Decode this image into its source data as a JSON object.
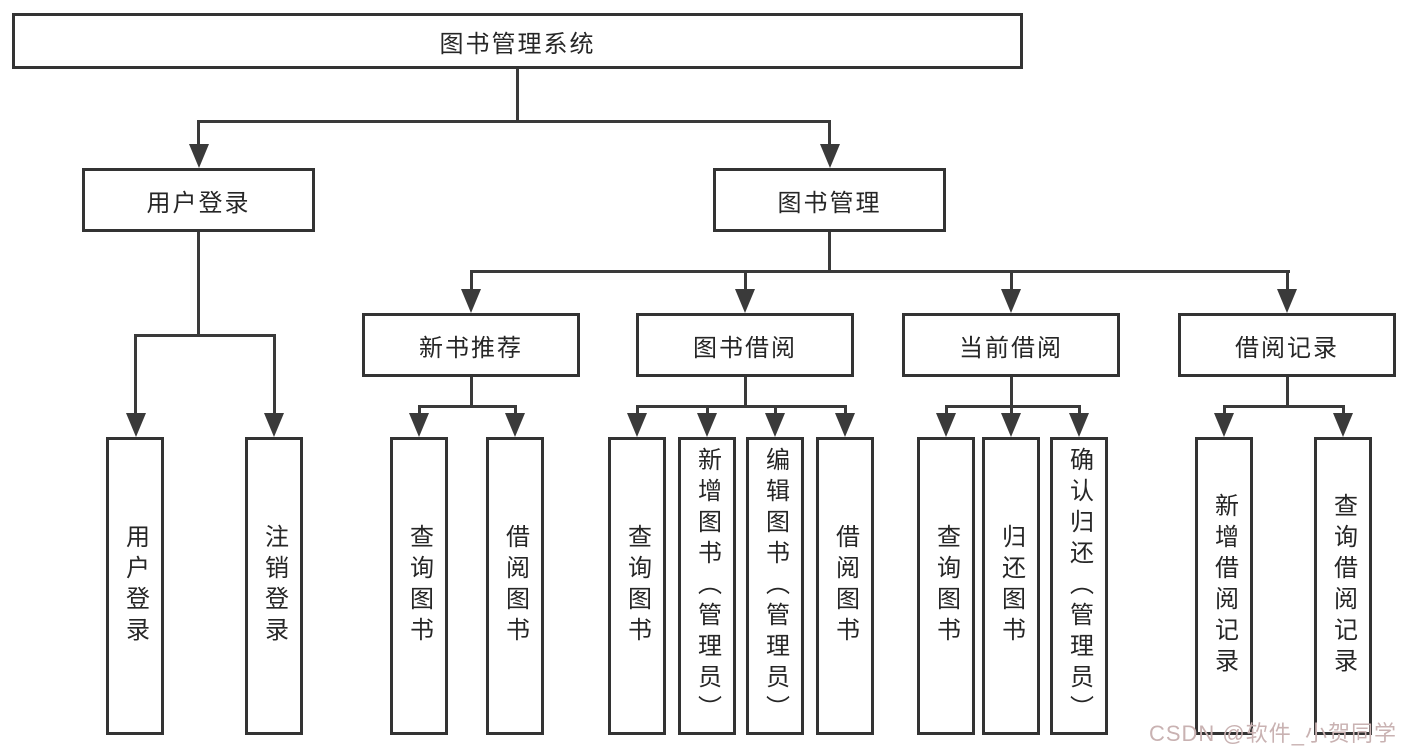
{
  "colors": {
    "line": "#3a3a3a",
    "border": "#333333",
    "text": "#262626",
    "background": "#ffffff",
    "watermark": "#c9b2b2"
  },
  "diagram": {
    "root": "图书管理系统",
    "level2": [
      "用户登录",
      "图书管理"
    ],
    "level3": [
      "新书推荐",
      "图书借阅",
      "当前借阅",
      "借阅记录"
    ],
    "leaves": {
      "user_login": [
        "用户登录",
        "注销登录"
      ],
      "new_book_recommend": [
        "查询图书",
        "借阅图书"
      ],
      "book_borrow": [
        "查询图书",
        "新增图书（管理员）",
        "编辑图书（管理员）",
        "借阅图书"
      ],
      "current_borrow": [
        "查询图书",
        "归还图书",
        "确认归还（管理员）"
      ],
      "borrow_records": [
        "新增借阅记录",
        "查询借阅记录"
      ]
    }
  },
  "watermark": "CSDN @软件_小贺同学"
}
